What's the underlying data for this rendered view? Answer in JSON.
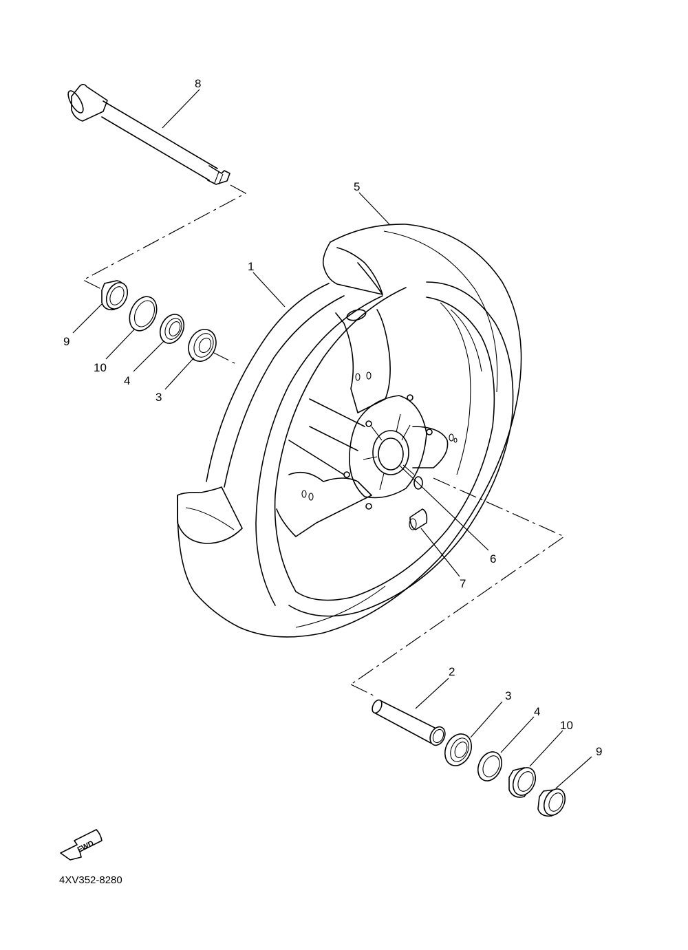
{
  "diagram": {
    "direction_label": "FWD",
    "drawing_code": "4XV352-8280",
    "callouts": {
      "part_1": "1",
      "part_2": "2",
      "part_3_left": "3",
      "part_3_right": "3",
      "part_4_left": "4",
      "part_4_right": "4",
      "part_5": "5",
      "part_6": "6",
      "part_7": "7",
      "part_8": "8",
      "part_9_left": "9",
      "part_9_right": "9",
      "part_10_left": "10",
      "part_10_right": "10"
    }
  }
}
